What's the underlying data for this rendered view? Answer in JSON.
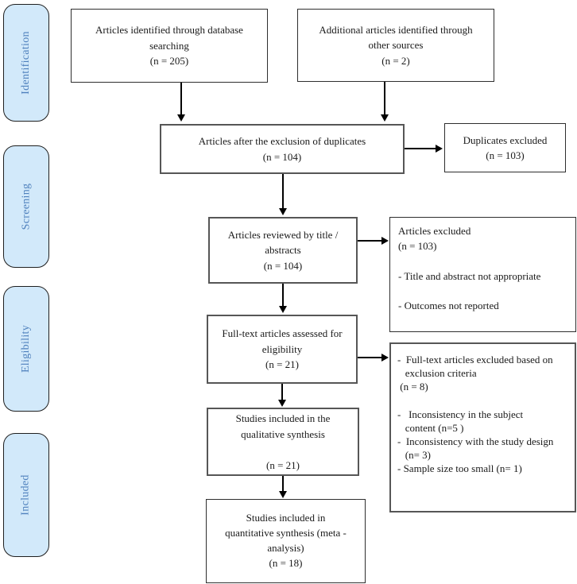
{
  "colors": {
    "sidebar_fill": "#d2e9fa",
    "sidebar_text": "#4f81bd",
    "box_border": "#2e2e2e",
    "arrow": "#000000"
  },
  "sidebar": {
    "items": [
      {
        "label": "Identification"
      },
      {
        "label": "Screening"
      },
      {
        "label": "Eligibility"
      },
      {
        "label": "Included"
      }
    ]
  },
  "boxes": {
    "database_search": "Articles identified through database\nsearching\n(n = 205)",
    "other_sources": "Additional articles identified through\nother sources\n(n = 2)",
    "after_duplicates": "Articles after the exclusion of duplicates\n(n = 104)",
    "duplicates_excluded": "Duplicates excluded\n(n = 103)",
    "title_abstract_review": "Articles reviewed by title /\nabstracts\n(n = 104)",
    "fulltext_assessed": "Full-text articles assessed for\neligibility\n(n = 21)",
    "articles_excluded": "Articles excluded\n(n = 103)\n\n- Title and abstract not appropriate\n\n- Outcomes not reported",
    "fulltext_excluded": "-  Full-text articles excluded based on\n   exclusion criteria\n (n = 8)\n\n-   Inconsistency in the subject\n   content (n=5 )\n-  Inconsistency with the study design\n   (n= 3)\n- Sample size too small (n= 1)",
    "qualitative_synthesis": "Studies included in the\nqualitative synthesis\n\n(n = 21)",
    "quantitative_synthesis": "Studies included in\nquantitative synthesis (meta -\nanalysis)\n(n = 18)"
  }
}
